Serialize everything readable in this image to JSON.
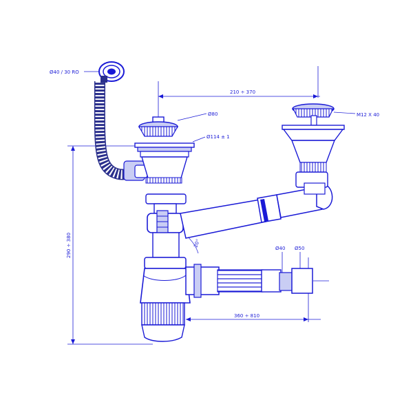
{
  "diagram": {
    "colors": {
      "ink": "#1a1ad6",
      "ink_light": "#c9cdf4",
      "hose": "#2a2f8c",
      "background": "#ffffff"
    },
    "labels": {
      "overflow_diameter": "Ø40 / 30 RO",
      "strainer_diameter": "Ø80",
      "bowl_diameter": "Ø114 ± 1",
      "right_strainer": "M12 X 40",
      "spacing": "210 ÷ 370",
      "height": "290 ÷ 380",
      "outlet_length": "360 ÷ 810",
      "outlet_d40": "Ø40",
      "outlet_d50": "Ø50",
      "tee_angle": "20°"
    }
  }
}
